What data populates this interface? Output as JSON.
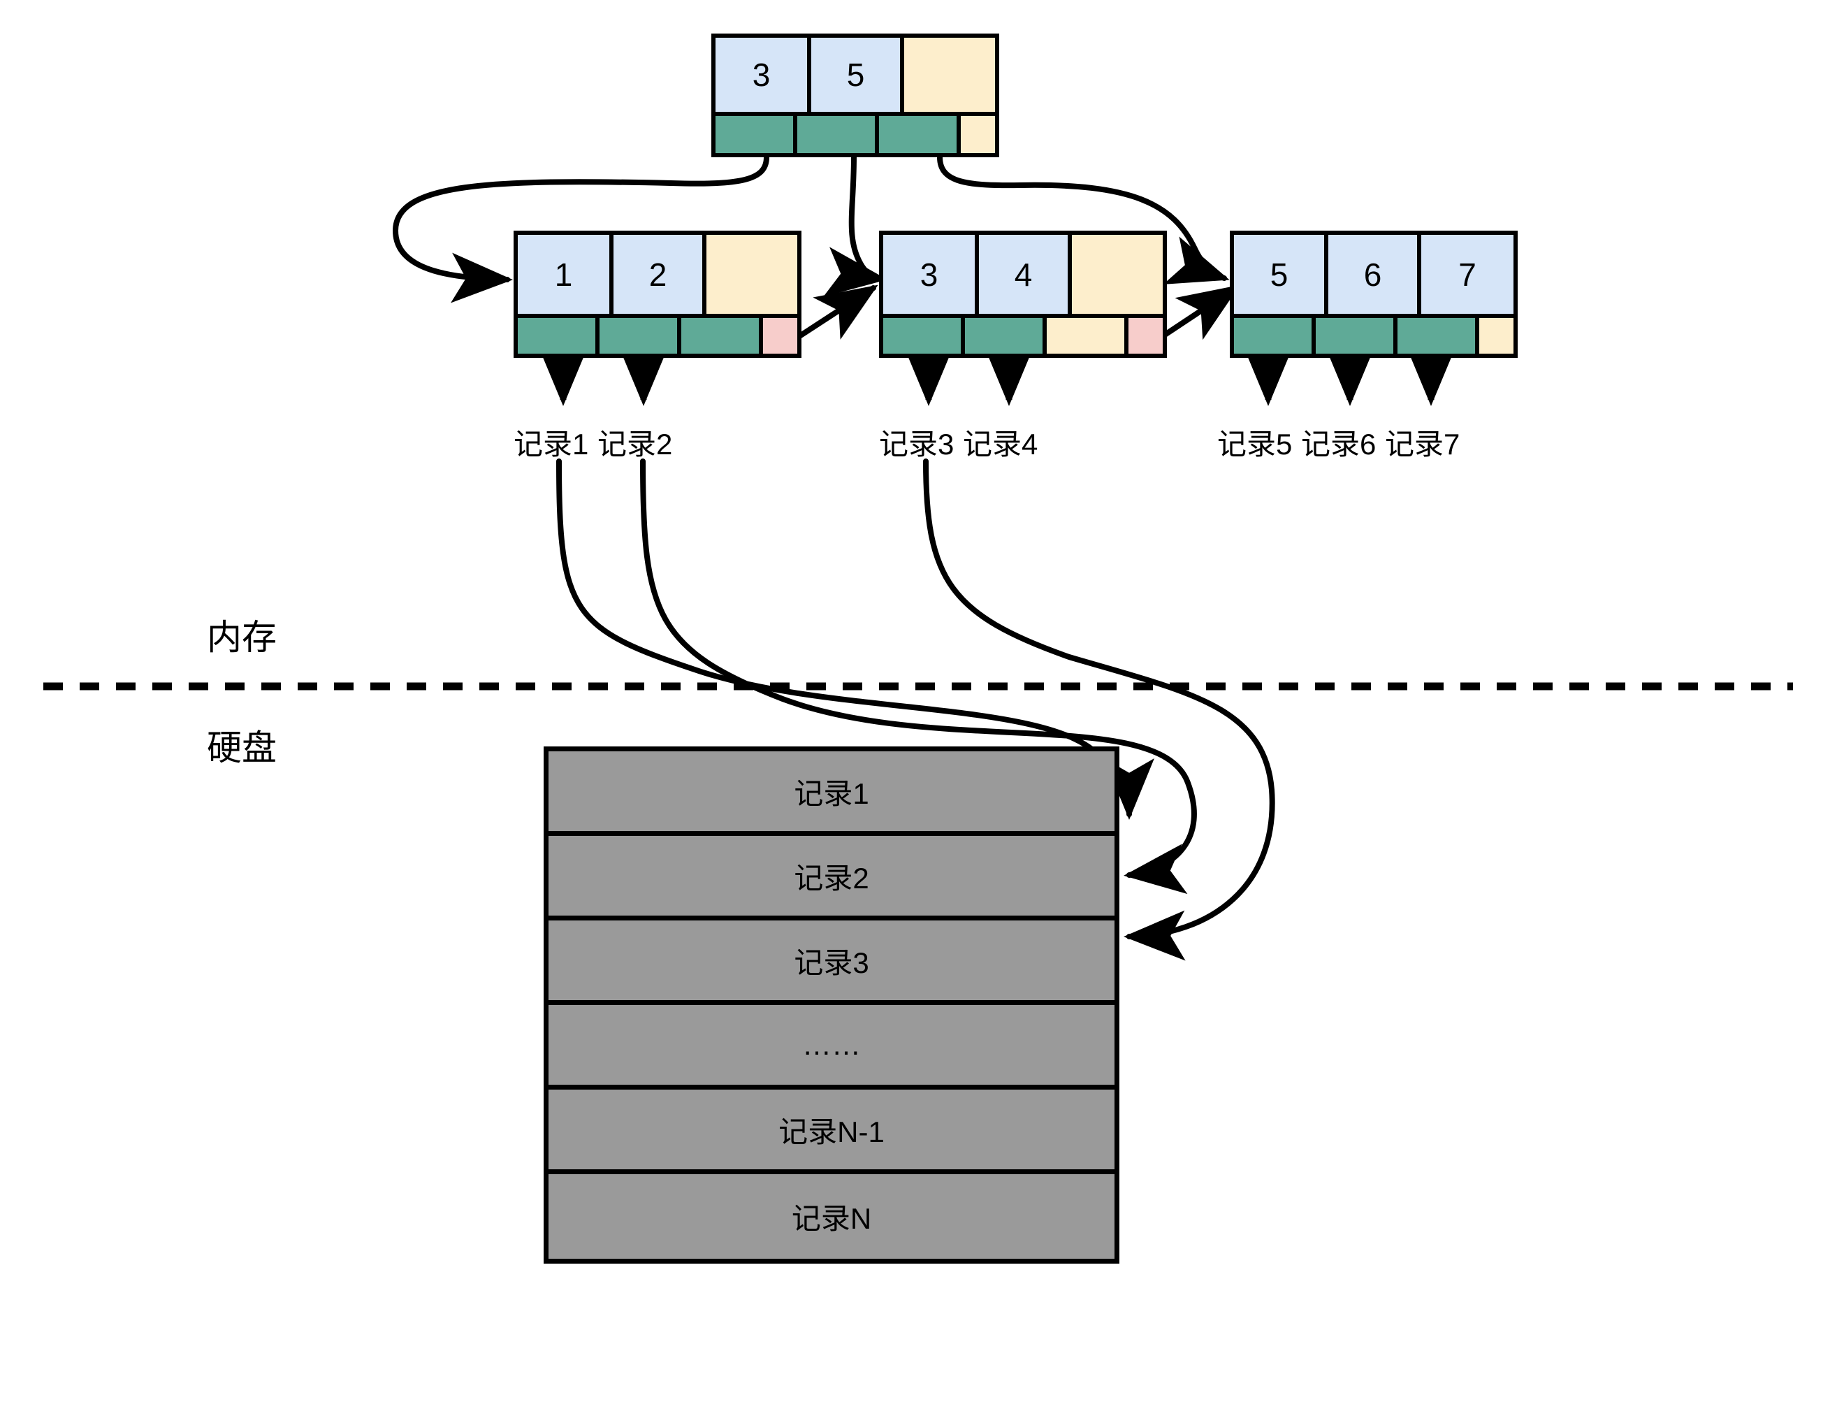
{
  "diagram": {
    "title": "B+ Tree index with record pointers to disk",
    "colors": {
      "key_cell": "#d6e5f8",
      "free_cell": "#fdeecc",
      "pointer_cell": "#5faa97",
      "sibling_pointer_cell": "#f7cdcb",
      "disk_row": "#9a9a9a",
      "stroke": "#000000"
    }
  },
  "sections": {
    "memory_label": "内存",
    "disk_label": "硬盘"
  },
  "tree": {
    "root": {
      "keys": [
        "3",
        "5",
        ""
      ],
      "key_fills": [
        "key",
        "key",
        "free"
      ],
      "pointers": [
        "ptr",
        "ptr",
        "ptr",
        "free"
      ]
    },
    "leaves": [
      {
        "keys": [
          "1",
          "2",
          ""
        ],
        "key_fills": [
          "key",
          "key",
          "free"
        ],
        "pointers": [
          "ptr",
          "ptr",
          "ptr",
          "pink"
        ]
      },
      {
        "keys": [
          "3",
          "4",
          ""
        ],
        "key_fills": [
          "key",
          "key",
          "free"
        ],
        "pointers": [
          "ptr",
          "ptr",
          "free",
          "pink"
        ]
      },
      {
        "keys": [
          "5",
          "6",
          "7"
        ],
        "key_fills": [
          "key",
          "key",
          "key"
        ],
        "pointers": [
          "ptr",
          "ptr",
          "ptr",
          "free"
        ]
      }
    ]
  },
  "record_labels": [
    "记录1",
    "记录2",
    "记录3",
    "记录4",
    "记录5",
    "记录6",
    "记录7"
  ],
  "disk_rows": [
    "记录1",
    "记录2",
    "记录3",
    "……",
    "记录N-1",
    "记录N"
  ]
}
